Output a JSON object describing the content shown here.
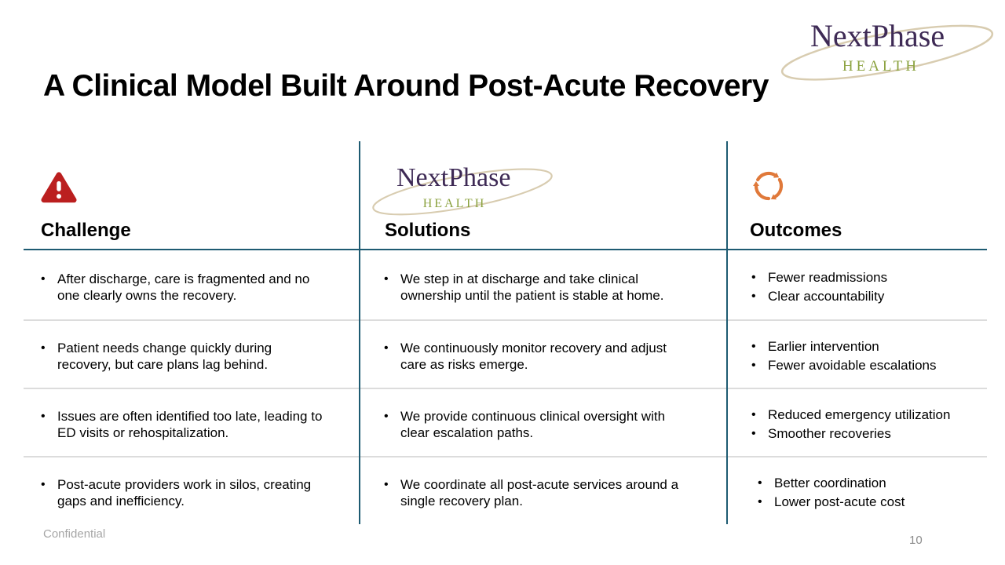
{
  "ui": {
    "bullet_char": "•"
  },
  "brand": {
    "name": "NextPhase",
    "subtitle": "HEALTH"
  },
  "slide": {
    "title": "A Clinical Model Built Around Post-Acute Recovery",
    "footer_label": "Confidential",
    "page_number": "10"
  },
  "colors": {
    "divider_teal": "#1e5b72",
    "row_separator_gray": "#dcdcdc",
    "warning_red": "#bb1f1f",
    "cycle_orange": "#e0793a",
    "logo_purple": "#3e2a55",
    "logo_green": "#8ba23f",
    "swoosh_tan": "#d8ccb0",
    "footer_gray": "#a6a6a6"
  },
  "table": {
    "columns": [
      {
        "header": "Challenge",
        "icon": "warning-triangle-icon",
        "rows": [
          {
            "bullets": [
              "After discharge, care is fragmented and no one clearly owns the recovery."
            ]
          },
          {
            "bullets": [
              "Patient needs change quickly during recovery, but care plans lag behind."
            ]
          },
          {
            "bullets": [
              "Issues are often identified too late, leading to ED visits or rehospitalization."
            ]
          },
          {
            "bullets": [
              "Post-acute providers work in silos, creating gaps and inefficiency."
            ]
          }
        ]
      },
      {
        "header": "Solutions",
        "icon": "nextphase-health-logo",
        "rows": [
          {
            "bullets": [
              "We step in at discharge and take clinical ownership until the patient is stable at home."
            ]
          },
          {
            "bullets": [
              "We continuously monitor recovery and adjust care as risks emerge."
            ]
          },
          {
            "bullets": [
              "We provide continuous clinical oversight with clear escalation paths."
            ]
          },
          {
            "bullets": [
              "We coordinate all post-acute services around a single recovery plan."
            ]
          }
        ]
      },
      {
        "header": "Outcomes",
        "icon": "cycle-arrows-icon",
        "rows": [
          {
            "bullets": [
              "Fewer readmissions",
              "Clear accountability"
            ]
          },
          {
            "bullets": [
              "Earlier intervention",
              "Fewer avoidable escalations"
            ]
          },
          {
            "bullets": [
              "Reduced emergency utilization",
              "Smoother recoveries"
            ]
          },
          {
            "bullets": [
              "Better coordination",
              "Lower post-acute cost"
            ]
          }
        ]
      }
    ]
  }
}
